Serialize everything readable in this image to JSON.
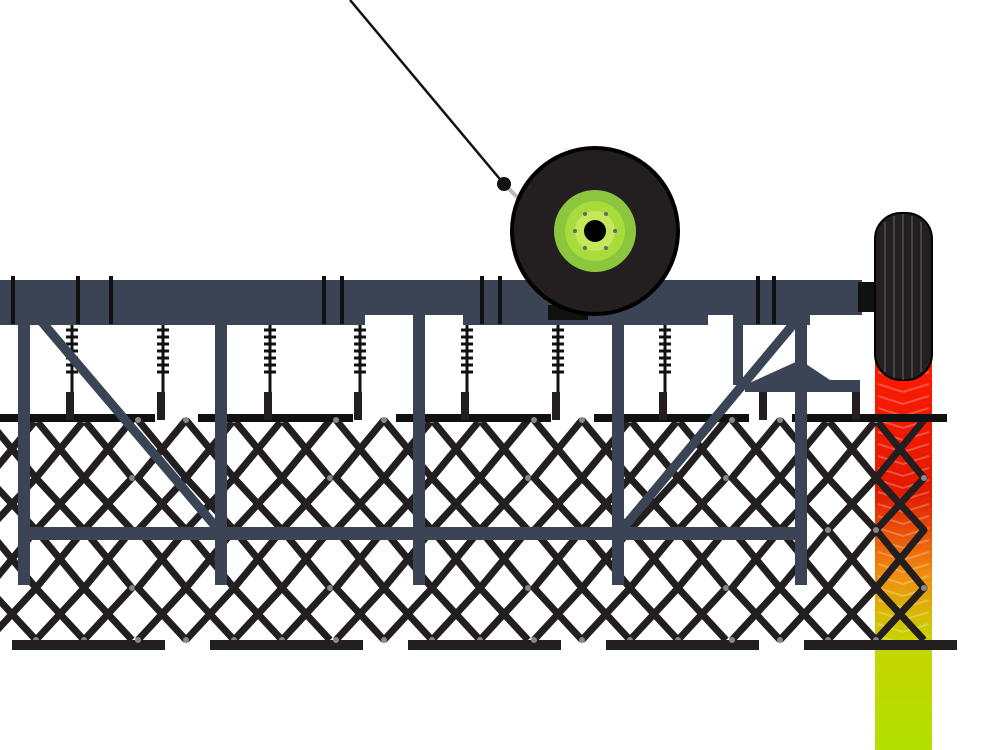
{
  "scene": {
    "subject": "harrow-implement",
    "colors": {
      "frame": "#3a4454",
      "lattice": "#231f20",
      "tire": "#231f20",
      "hub_outer": "#8cc63f",
      "hub_inner": "#a8dc3c",
      "track_top": "#ff1a00",
      "track_mid": "#f08a10",
      "track_bottom": "#b3e000"
    },
    "sections": 5,
    "springs": 7
  }
}
